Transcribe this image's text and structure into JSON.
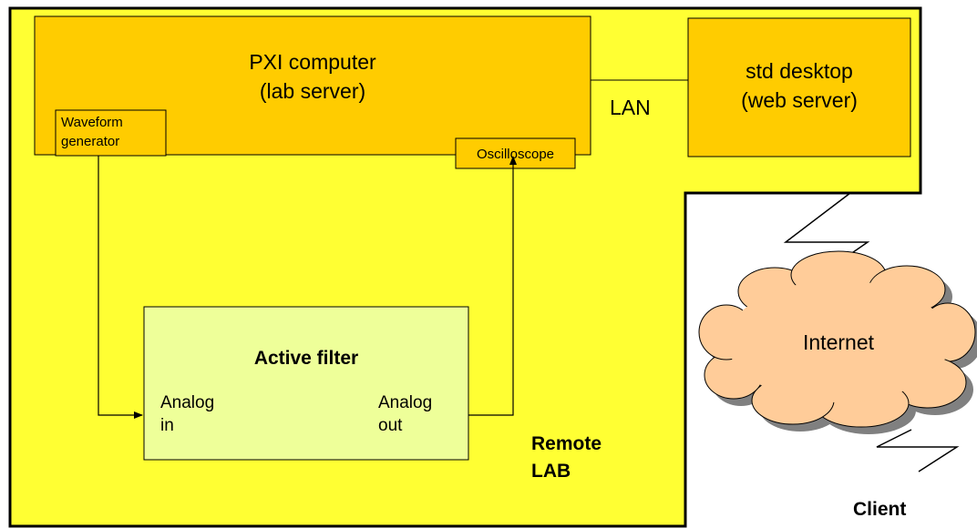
{
  "pxi": {
    "title": "PXI computer",
    "subtitle": "(lab server)"
  },
  "waveform": {
    "line1": "Waveform",
    "line2": "generator"
  },
  "oscilloscope": {
    "label": "Oscilloscope"
  },
  "lan": {
    "label": "LAN"
  },
  "desktop": {
    "title": "std desktop",
    "subtitle": "(web server)"
  },
  "filter": {
    "title": "Active filter",
    "in_line1": "Analog",
    "in_line2": "in",
    "out_line1": "Analog",
    "out_line2": "out"
  },
  "remote_lab": {
    "line1": "Remote",
    "line2": "LAB"
  },
  "internet": {
    "label": "Internet"
  },
  "client": {
    "label": "Client"
  },
  "colors": {
    "lab_area": "#ffff33",
    "server_box": "#ffcc00",
    "filter_box": "#eeff99",
    "cloud": "#ffcc99",
    "cloud_shadow": "#808080"
  }
}
